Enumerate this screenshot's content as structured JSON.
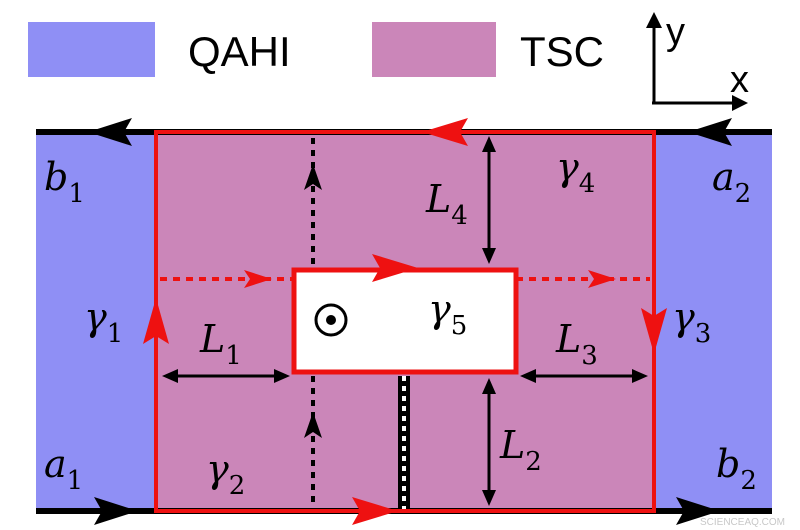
{
  "legend": {
    "qahi_label": "QAHI",
    "tsc_label": "TSC",
    "qahi_color": "#8f8ff5",
    "tsc_color": "#cb86b9"
  },
  "axes": {
    "y_label": "y",
    "x_label": "x"
  },
  "edges": {
    "b": "b",
    "b1_sub": "1",
    "a": "a",
    "a2_sub": "2",
    "a1_sub": "1",
    "b2_sub": "2"
  },
  "gammas": {
    "g": "γ",
    "g1_sub": "1",
    "g2_sub": "2",
    "g3_sub": "3",
    "g4_sub": "4",
    "g5_sub": "5"
  },
  "lengths": {
    "L": "L",
    "L1_sub": "1",
    "L2_sub": "2",
    "L3_sub": "3",
    "L4_sub": "4"
  },
  "symbols": {
    "out_of_plane": "⊙"
  },
  "watermark": "SCIENCEAQ.COM",
  "colors": {
    "red": "#ee1111",
    "black": "#000000",
    "hole": "#ffffff"
  }
}
